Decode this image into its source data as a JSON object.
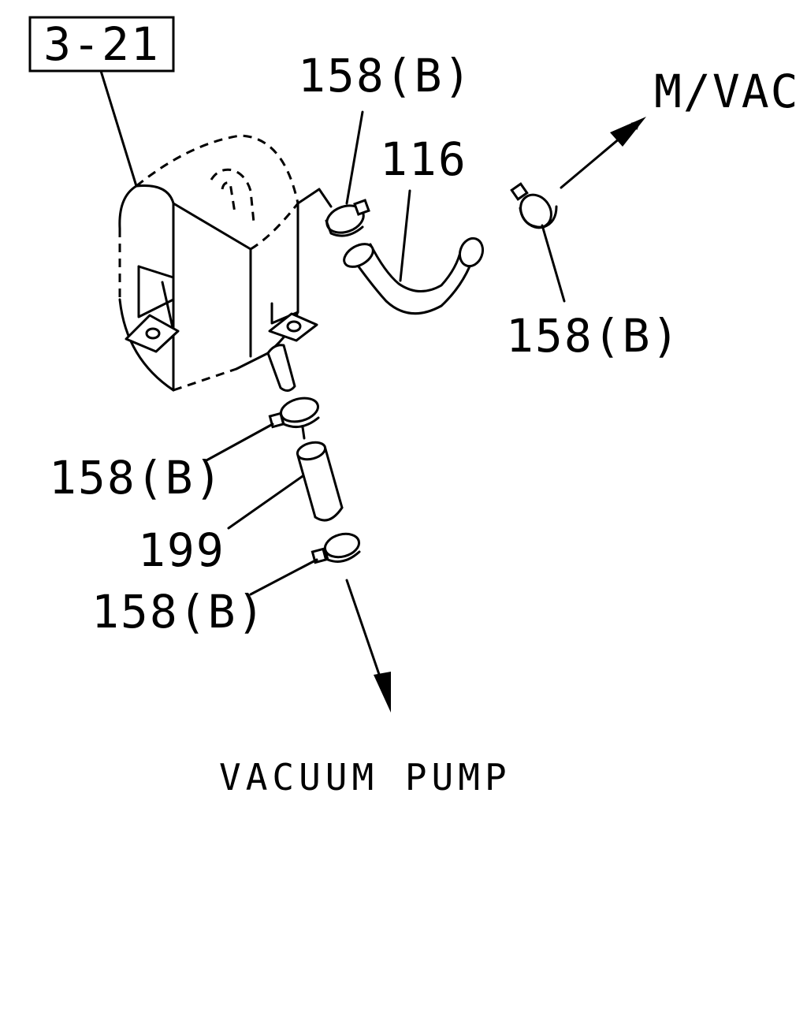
{
  "ref_box": "3-21",
  "callouts": {
    "clip_top": "158(B)",
    "hose_116": "116",
    "clip_right": "158(B)",
    "clip_left": "158(B)",
    "hose_199": "199",
    "clip_bottom": "158(B)"
  },
  "destinations": {
    "top": "M/VAC",
    "bottom": "VACUUM PUMP"
  }
}
